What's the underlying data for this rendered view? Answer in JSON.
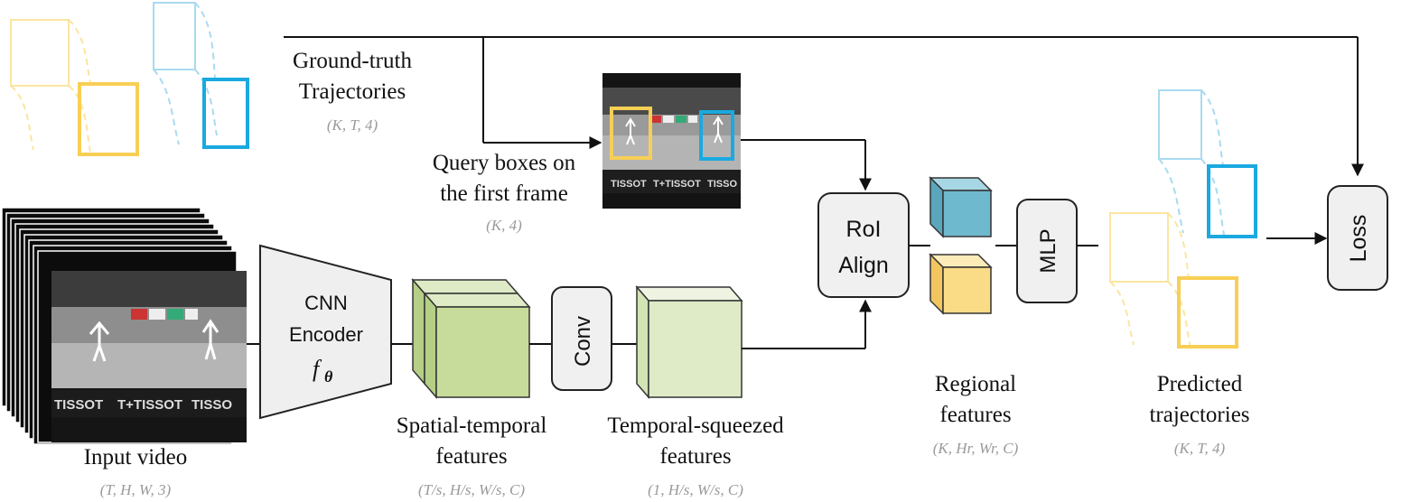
{
  "labels": {
    "gt_line1": "Ground-truth",
    "gt_line2": "Trajectories",
    "gt_dims": "(K, T, 4)",
    "query_line1": "Query boxes on",
    "query_line2": "the first frame",
    "query_dims": "(K, 4)",
    "input_video": "Input video",
    "input_dims": "(T, H, W, 3)",
    "encoder_line1": "CNN",
    "encoder_line2": "Encoder",
    "encoder_symbol": "f",
    "encoder_subscript": "θ",
    "st_line1": "Spatial-temporal",
    "st_line2": "features",
    "st_dims": "(T/s, H/s, W/s, C)",
    "conv": "Conv",
    "ts_line1": "Temporal-squeezed",
    "ts_line2": "features",
    "ts_dims": "(1, H/s, W/s, C)",
    "roi_line1": "RoI",
    "roi_line2": "Align",
    "regional_line1": "Regional",
    "regional_line2": "features",
    "regional_dims": "(K, Hr, Wr, C)",
    "mlp": "MLP",
    "pred_line1": "Predicted",
    "pred_line2": "trajectories",
    "pred_dims": "(K, T, 4)",
    "loss": "Loss",
    "scoreboard_left": "TISSOT",
    "scoreboard_mid": "T+TISSOT",
    "scoreboard_right": "TISSO"
  },
  "colors": {
    "yellow": "#f7cf55",
    "yellow_light": "#fbe5a0",
    "blue": "#1aa9e0",
    "blue_light": "#a8dbf0",
    "green_front": "#c7dc9b",
    "green_light": "#deebc6",
    "cube_blue": "#6fb9cf",
    "cube_yellow": "#fbdc86",
    "node_fill": "#f0f0f0",
    "encoder_fill": "#efefef"
  }
}
